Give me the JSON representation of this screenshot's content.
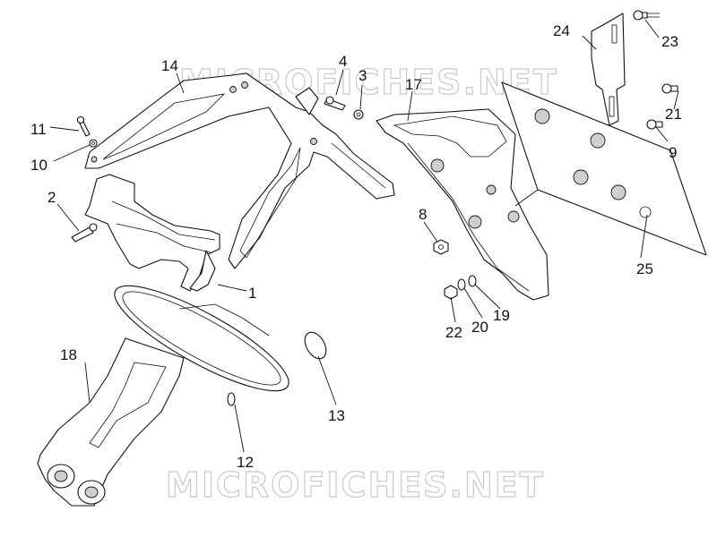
{
  "watermark": "MICROFICHES.NET",
  "colors": {
    "line": "#111111",
    "watermark": "#c9c9c9",
    "background": "#ffffff"
  },
  "callouts": [
    "1",
    "2",
    "3",
    "4",
    "8",
    "9",
    "10",
    "11",
    "12",
    "13",
    "14",
    "17",
    "18",
    "19",
    "20",
    "21",
    "22",
    "23",
    "24",
    "25"
  ]
}
